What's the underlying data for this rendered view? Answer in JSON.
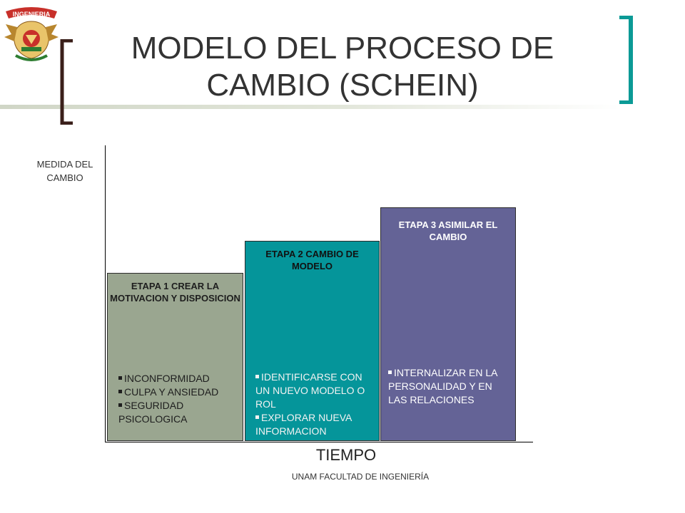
{
  "slide": {
    "logo_text": "INGENIERIA",
    "title": "MODELO DEL PROCESO DE CAMBIO (SCHEIN)",
    "footer": "UNAM FACULTAD DE INGENIERÍA"
  },
  "axes": {
    "y_label": "MEDIDA DEL CAMBIO",
    "x_label": "TIEMPO"
  },
  "stages": [
    {
      "title": "ETAPA 1 CREAR LA MOTIVACION Y DISPOSICION",
      "items": [
        "INCONFORMIDAD",
        "CULPA Y ANSIEDAD",
        "SEGURIDAD PSICOLOGICA"
      ]
    },
    {
      "title": "ETAPA 2 CAMBIO DE MODELO",
      "items": [
        "IDENTIFICARSE CON UN NUEVO MODELO O ROL",
        "EXPLORAR NUEVA INFORMACION"
      ]
    },
    {
      "title": "ETAPA 3 ASIMILAR EL CAMBIO",
      "items": [
        "INTERNALIZAR EN LA PERSONALIDAD Y EN LAS RELACIONES"
      ]
    }
  ],
  "colors": {
    "stage_1": "#9aa690",
    "stage_2": "#05959a",
    "stage_3": "#646396",
    "bracket_left": "#3a1f1a",
    "bracket_right": "#0b9a96"
  }
}
